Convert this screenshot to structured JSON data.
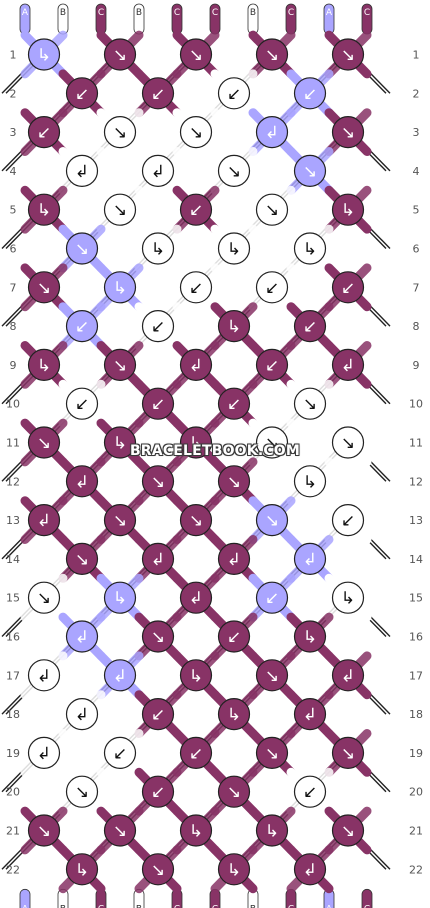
{
  "colors": {
    "A": "#aaa5ff",
    "B": "#ffffff",
    "C": "#883366"
  },
  "top_strings": [
    "A",
    "B",
    "C",
    "B",
    "C",
    "C",
    "B",
    "C",
    "A",
    "C"
  ],
  "bottom_strings": [
    "A",
    "B",
    "C",
    "B",
    "C",
    "C",
    "B",
    "C",
    "A",
    "C"
  ],
  "watermark": "BRACELETBOOK.COM",
  "rows": [
    {
      "number": "1",
      "knots": [
        {
          "color": "A",
          "arrow": "↳"
        },
        {
          "color": "C",
          "arrow": "↘"
        },
        {
          "color": "C",
          "arrow": "↘"
        },
        {
          "color": "C",
          "arrow": "↘"
        },
        {
          "color": "C",
          "arrow": "↘"
        }
      ]
    },
    {
      "number": "2",
      "knots": [
        {
          "color": "C",
          "arrow": "↙"
        },
        {
          "color": "C",
          "arrow": "↙"
        },
        {
          "color": "B",
          "arrow": "↙"
        },
        {
          "color": "A",
          "arrow": "↙"
        }
      ]
    },
    {
      "number": "3",
      "knots": [
        {
          "color": "C",
          "arrow": "↙"
        },
        {
          "color": "B",
          "arrow": "↘"
        },
        {
          "color": "B",
          "arrow": "↘"
        },
        {
          "color": "A",
          "arrow": "↲"
        },
        {
          "color": "C",
          "arrow": "↘"
        }
      ]
    },
    {
      "number": "4",
      "knots": [
        {
          "color": "B",
          "arrow": "↲"
        },
        {
          "color": "B",
          "arrow": "↲"
        },
        {
          "color": "B",
          "arrow": "↘"
        },
        {
          "color": "A",
          "arrow": "↘"
        }
      ]
    },
    {
      "number": "5",
      "knots": [
        {
          "color": "C",
          "arrow": "↳"
        },
        {
          "color": "B",
          "arrow": "↘"
        },
        {
          "color": "C",
          "arrow": "↙"
        },
        {
          "color": "B",
          "arrow": "↘"
        },
        {
          "color": "C",
          "arrow": "↳"
        }
      ]
    },
    {
      "number": "6",
      "knots": [
        {
          "color": "A",
          "arrow": "↘"
        },
        {
          "color": "B",
          "arrow": "↳"
        },
        {
          "color": "B",
          "arrow": "↳"
        },
        {
          "color": "B",
          "arrow": "↳"
        }
      ]
    },
    {
      "number": "7",
      "knots": [
        {
          "color": "C",
          "arrow": "↘"
        },
        {
          "color": "A",
          "arrow": "↳"
        },
        {
          "color": "B",
          "arrow": "↙"
        },
        {
          "color": "B",
          "arrow": "↙"
        },
        {
          "color": "C",
          "arrow": "↙"
        }
      ]
    },
    {
      "number": "8",
      "knots": [
        {
          "color": "A",
          "arrow": "↙"
        },
        {
          "color": "B",
          "arrow": "↙"
        },
        {
          "color": "C",
          "arrow": "↳"
        },
        {
          "color": "C",
          "arrow": "↙"
        }
      ]
    },
    {
      "number": "9",
      "knots": [
        {
          "color": "C",
          "arrow": "↳"
        },
        {
          "color": "C",
          "arrow": "↘"
        },
        {
          "color": "C",
          "arrow": "↲"
        },
        {
          "color": "C",
          "arrow": "↙"
        },
        {
          "color": "C",
          "arrow": "↲"
        }
      ]
    },
    {
      "number": "10",
      "knots": [
        {
          "color": "B",
          "arrow": "↙"
        },
        {
          "color": "C",
          "arrow": "↙"
        },
        {
          "color": "C",
          "arrow": "↙"
        },
        {
          "color": "B",
          "arrow": "↘"
        }
      ]
    },
    {
      "number": "11",
      "knots": [
        {
          "color": "C",
          "arrow": "↘"
        },
        {
          "color": "C",
          "arrow": "↳"
        },
        {
          "color": "C",
          "arrow": "↳"
        },
        {
          "color": "B",
          "arrow": "↘"
        },
        {
          "color": "B",
          "arrow": "↘"
        }
      ]
    },
    {
      "number": "12",
      "knots": [
        {
          "color": "C",
          "arrow": "↲"
        },
        {
          "color": "C",
          "arrow": "↘"
        },
        {
          "color": "C",
          "arrow": "↘"
        },
        {
          "color": "B",
          "arrow": "↳"
        }
      ]
    },
    {
      "number": "13",
      "knots": [
        {
          "color": "C",
          "arrow": "↲"
        },
        {
          "color": "C",
          "arrow": "↘"
        },
        {
          "color": "C",
          "arrow": "↘"
        },
        {
          "color": "A",
          "arrow": "↘"
        },
        {
          "color": "B",
          "arrow": "↙"
        }
      ]
    },
    {
      "number": "14",
      "knots": [
        {
          "color": "C",
          "arrow": "↘"
        },
        {
          "color": "C",
          "arrow": "↲"
        },
        {
          "color": "C",
          "arrow": "↲"
        },
        {
          "color": "A",
          "arrow": "↲"
        }
      ]
    },
    {
      "number": "15",
      "knots": [
        {
          "color": "B",
          "arrow": "↘"
        },
        {
          "color": "A",
          "arrow": "↳"
        },
        {
          "color": "C",
          "arrow": "↲"
        },
        {
          "color": "A",
          "arrow": "↙"
        },
        {
          "color": "B",
          "arrow": "↳"
        }
      ]
    },
    {
      "number": "16",
      "knots": [
        {
          "color": "A",
          "arrow": "↲"
        },
        {
          "color": "C",
          "arrow": "↘"
        },
        {
          "color": "C",
          "arrow": "↙"
        },
        {
          "color": "C",
          "arrow": "↳"
        }
      ]
    },
    {
      "number": "17",
      "knots": [
        {
          "color": "B",
          "arrow": "↲"
        },
        {
          "color": "A",
          "arrow": "↲"
        },
        {
          "color": "C",
          "arrow": "↳"
        },
        {
          "color": "C",
          "arrow": "↘"
        },
        {
          "color": "C",
          "arrow": "↲"
        }
      ]
    },
    {
      "number": "18",
      "knots": [
        {
          "color": "B",
          "arrow": "↲"
        },
        {
          "color": "C",
          "arrow": "↙"
        },
        {
          "color": "C",
          "arrow": "↳"
        },
        {
          "color": "C",
          "arrow": "↲"
        }
      ]
    },
    {
      "number": "19",
      "knots": [
        {
          "color": "B",
          "arrow": "↲"
        },
        {
          "color": "B",
          "arrow": "↙"
        },
        {
          "color": "C",
          "arrow": "↙"
        },
        {
          "color": "C",
          "arrow": "↘"
        },
        {
          "color": "C",
          "arrow": "↘"
        }
      ]
    },
    {
      "number": "20",
      "knots": [
        {
          "color": "B",
          "arrow": "↘"
        },
        {
          "color": "C",
          "arrow": "↙"
        },
        {
          "color": "C",
          "arrow": "↘"
        },
        {
          "color": "B",
          "arrow": "↙"
        }
      ]
    },
    {
      "number": "21",
      "knots": [
        {
          "color": "C",
          "arrow": "↘"
        },
        {
          "color": "C",
          "arrow": "↘"
        },
        {
          "color": "C",
          "arrow": "↳"
        },
        {
          "color": "C",
          "arrow": "↳"
        },
        {
          "color": "C",
          "arrow": "↘"
        }
      ]
    },
    {
      "number": "22",
      "knots": [
        {
          "color": "C",
          "arrow": "↳"
        },
        {
          "color": "C",
          "arrow": "↘"
        },
        {
          "color": "C",
          "arrow": "↳"
        },
        {
          "color": "C",
          "arrow": "↲"
        }
      ]
    }
  ]
}
